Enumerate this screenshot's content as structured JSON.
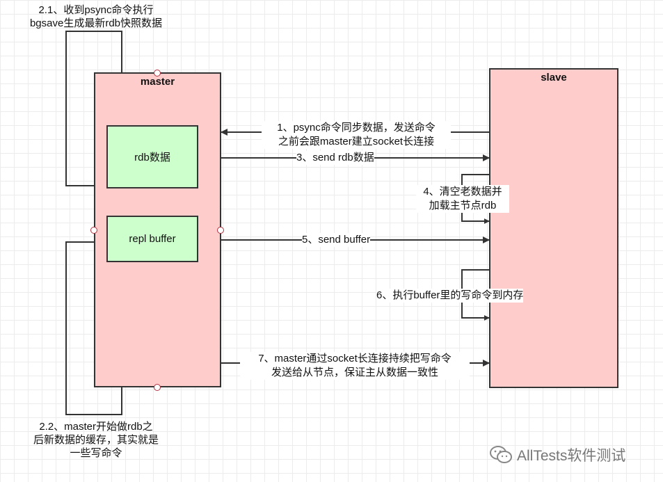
{
  "master": {
    "title": "master"
  },
  "slave": {
    "title": "slave"
  },
  "rdb_box": {
    "label": "rdb数据"
  },
  "repl_box": {
    "label": "repl buffer"
  },
  "labels": {
    "step_2_1": [
      "2.1、收到psync命令执行",
      "bgsave生成最新rdb快照数据"
    ],
    "step_1": [
      "1、psync命令同步数据，发送命令",
      "之前会跟master建立socket长连接"
    ],
    "step_3": "3、send rdb数据",
    "step_4": [
      "4、清空老数据并",
      "加载主节点rdb"
    ],
    "step_5": "5、send buffer",
    "step_6": "6、执行buffer里的写命令到内存",
    "step_7": [
      "7、master通过socket长连接持续把写命令",
      "发送给从节点，保证主从数据一致性"
    ],
    "step_2_2": [
      "2.2、master开始做rdb之",
      "后新数据的缓存，其实就是",
      "一些写命令"
    ]
  },
  "watermark": {
    "text": "AllTests软件测试",
    "icon": "wechat-icon"
  },
  "colors": {
    "box_fill": "#ffcccc",
    "inner_fill": "#ccffcc",
    "line": "#333333"
  }
}
